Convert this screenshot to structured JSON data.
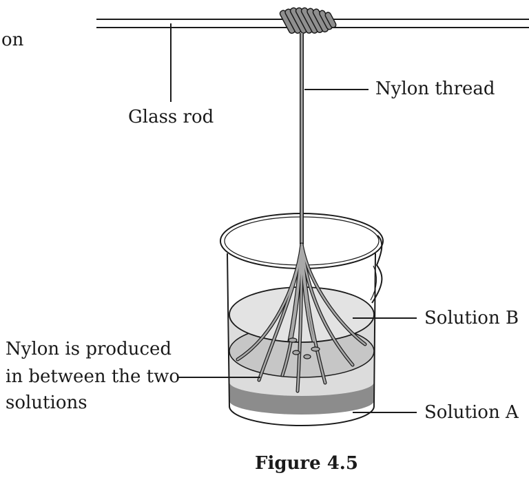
{
  "figure": {
    "caption": "Figure 4.5",
    "corner_fragment": "on",
    "labels": {
      "glass_rod": "Glass rod",
      "nylon_thread": "Nylon thread",
      "solution_b": "Solution B",
      "solution_a": "Solution A",
      "nylon_produced": [
        "Nylon is produced",
        "in between the two",
        "solutions"
      ]
    }
  },
  "colors": {
    "outline": "#1a1a1a",
    "solution_b": "#dcdcdc",
    "solution_a": "#8c8c8c",
    "interface": "#c6c6c6",
    "nylon_strand": "#a9a9a9"
  }
}
